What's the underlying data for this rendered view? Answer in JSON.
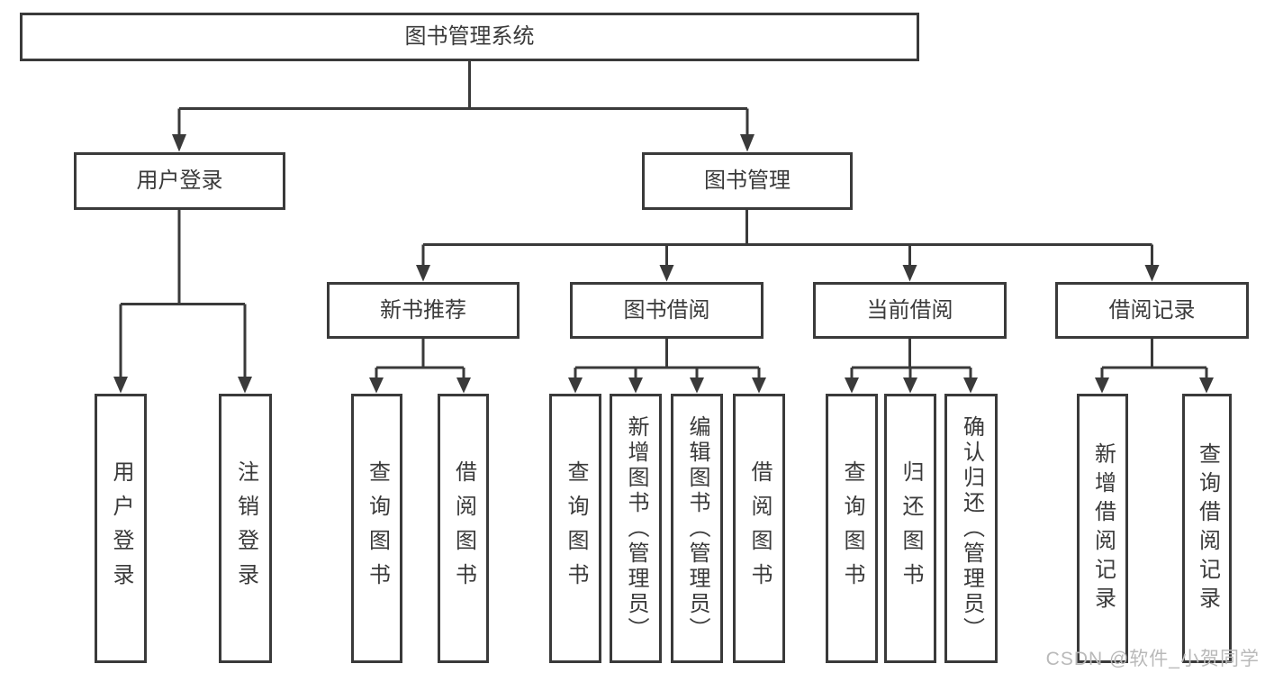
{
  "diagram": {
    "root": {
      "label": "图书管理系统"
    },
    "branches": [
      {
        "label": "用户登录",
        "children": [
          {
            "label": "用户登录"
          },
          {
            "label": "注销登录"
          }
        ]
      },
      {
        "label": "图书管理",
        "children": [
          {
            "label": "新书推荐",
            "children": [
              {
                "label": "查询图书"
              },
              {
                "label": "借阅图书"
              }
            ]
          },
          {
            "label": "图书借阅",
            "children": [
              {
                "label": "查询图书"
              },
              {
                "label": "新增图书（管理员）"
              },
              {
                "label": "编辑图书（管理员）"
              },
              {
                "label": "借阅图书"
              }
            ]
          },
          {
            "label": "当前借阅",
            "children": [
              {
                "label": "查询图书"
              },
              {
                "label": "归还图书"
              },
              {
                "label": "确认归还（管理员）"
              }
            ]
          },
          {
            "label": "借阅记录",
            "children": [
              {
                "label": "新增借阅记录"
              },
              {
                "label": "查询借阅记录"
              }
            ]
          }
        ]
      }
    ]
  },
  "watermark": {
    "text": "CSDN @软件_小贺同学"
  },
  "colors": {
    "line": "#3a3a3a",
    "text": "#3a3a3a",
    "box_bg": "#ffffff",
    "page_bg": "#ffffff",
    "watermark": "#b9b9b9"
  }
}
